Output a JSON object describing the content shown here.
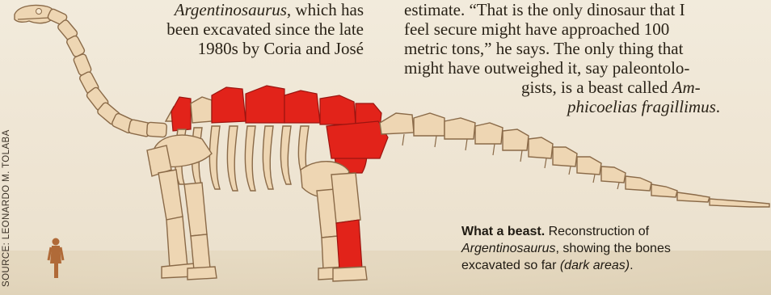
{
  "article": {
    "left_column": {
      "line1": "Argentinosaurus",
      "line1_tail": ", which has",
      "line2": "been excavated since the late",
      "line3": "1980s by Coria and José"
    },
    "right_column": {
      "line1": "estimate. “That is the only dinosaur that I",
      "line2": "feel secure might have approached 100",
      "line3": "metric tons,” he says. The only thing that",
      "line4": "might have outweighed it, say paleontolo-",
      "line5_start": "gists, is a beast called ",
      "line5_it": "Am-",
      "line6_it": "phicoelias fragillimus",
      "line6_tail": "."
    }
  },
  "caption": {
    "bold": "What a beast.",
    "text1": " Reconstruction of",
    "it1": "Argentinosaurus",
    "text2": ", showing the bones",
    "text3": "excavated so far ",
    "it2": "(dark areas)",
    "text4": "."
  },
  "credit": "SOURCE: LEONARDO M. TOLABA",
  "colors": {
    "bone": "#eed6b3",
    "bone_outline": "#8a6a48",
    "excavated": "#e2231a",
    "human": "#b06a38",
    "background": "#f0e7d6"
  }
}
